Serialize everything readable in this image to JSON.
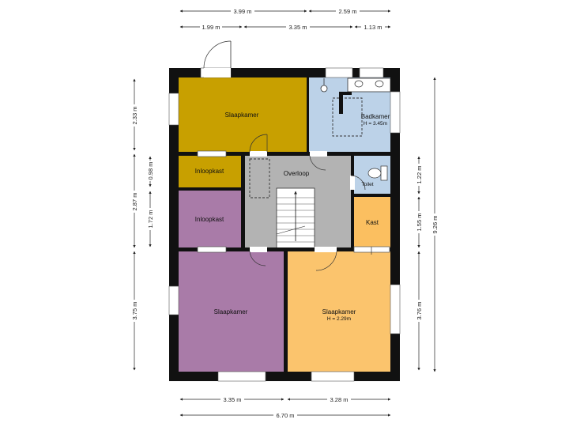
{
  "floorplan": {
    "rooms": {
      "bedroom_top": "Slaapkamer",
      "bathroom": "Badkamer",
      "bathroom_height": "H = 3.45m",
      "walkin_top": "Inloopkast",
      "landing": "Overloop",
      "toilet": "Toilet",
      "walkin_mid": "Inloopkast",
      "closet": "Kast",
      "bedroom_left": "Slaapkamer",
      "bedroom_right": "Slaapkamer",
      "bedroom_right_height": "H = 2.29m"
    },
    "colors": {
      "bedroom_top": "#c8a000",
      "bathroom": "#bcd2e8",
      "walkin_top": "#c8a000",
      "landing": "#b3b3b3",
      "toilet": "#bcd2e8",
      "walkin_mid": "#a97ba8",
      "closet": "#fbbf60",
      "bedroom_left": "#a97ba8",
      "bedroom_right": "#fbc46d",
      "wall": "#111111"
    },
    "dimensions": {
      "top_row1": [
        "3.99 m",
        "2.59 m"
      ],
      "top_row2": [
        "1.99 m",
        "3.35 m",
        "1.13 m"
      ],
      "left_outer": [
        "2.33 m",
        "2.87 m",
        "3.75 m"
      ],
      "left_inner": [
        "0.98 m",
        "1.72 m"
      ],
      "right_inner": [
        "1.22 m",
        "1.55 m",
        "3.76 m"
      ],
      "right_outer": "9.26 m",
      "bottom_row1": [
        "3.35 m",
        "3.28 m"
      ],
      "bottom_total": "6.70 m"
    }
  }
}
